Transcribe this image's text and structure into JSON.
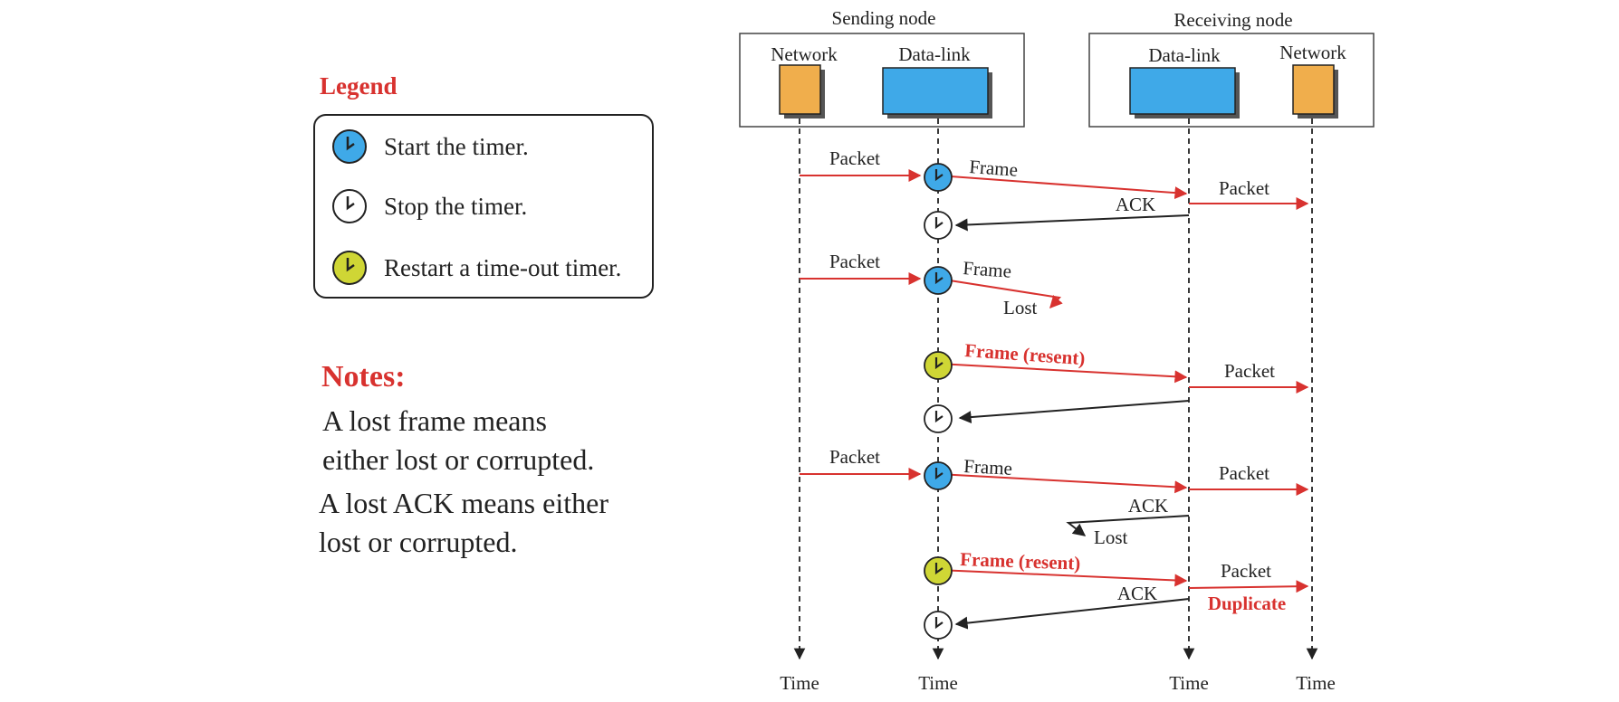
{
  "legend": {
    "title": "Legend",
    "items": [
      {
        "icon": "clock-blue-icon",
        "fill": "#3fa9e8",
        "label": "Start the timer."
      },
      {
        "icon": "clock-white-icon",
        "fill": "#ffffff",
        "label": "Stop the timer."
      },
      {
        "icon": "clock-yellow-icon",
        "fill": "#cfd635",
        "label": "Restart a time-out timer."
      }
    ]
  },
  "notes": {
    "title": "Notes:",
    "lines": [
      [
        "A lost frame means",
        "either lost or corrupted."
      ],
      [
        "A lost ACK means either",
        "lost or corrupted."
      ]
    ]
  },
  "diagram": {
    "sending_node": "Sending node",
    "receiving_node": "Receiving node",
    "network": "Network",
    "datalink": "Data-link",
    "time": "Time",
    "labels": {
      "packet": "Packet",
      "frame": "Frame",
      "ack": "ACK",
      "lost": "Lost",
      "frame_resent": "Frame (resent)",
      "duplicate": "Duplicate"
    }
  },
  "colors": {
    "network_box": "#f0ae4c",
    "datalink_box": "#3fa9e8",
    "frame_red": "#d8322f",
    "ack_black": "#222222",
    "timer_blue": "#3fa9e8",
    "timer_yellow": "#cfd635",
    "timer_white": "#ffffff"
  }
}
